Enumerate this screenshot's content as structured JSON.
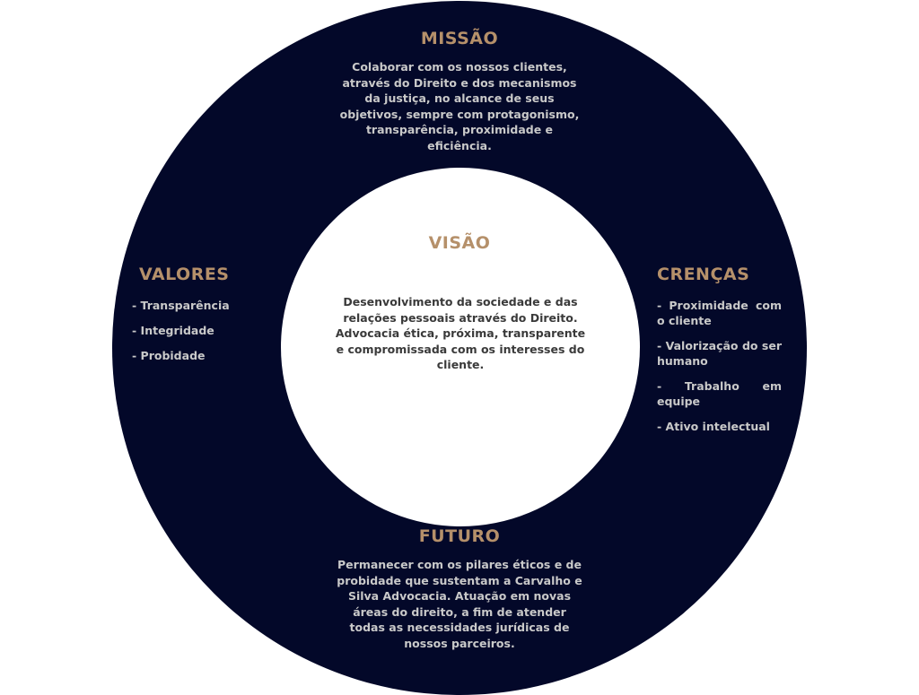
{
  "colors": {
    "navy": "#030829",
    "gold": "#b5906a",
    "text": "#c9c9c9"
  },
  "missao": {
    "title": "MISSÃO",
    "text": "Colaborar com os nossos clientes, através do Direito e dos mecanismos da justiça, no alcance de seus objetivos, sempre com protagonismo, transparência, proximidade e eficiência."
  },
  "visao": {
    "title": "VISÃO",
    "text": "Desenvolvimento da sociedade e das relações pessoais através do Direito. Advocacia ética, próxima, transparente e compromissada com os interesses do cliente."
  },
  "valores": {
    "title": "VALORES",
    "items": [
      "- Transparência",
      "- Integridade",
      "- Probidade"
    ]
  },
  "crencas": {
    "title": "CRENÇAS",
    "items": [
      "- Proximidade com o cliente",
      "- Valorização do ser humano",
      "- Trabalho em equipe",
      "- Ativo intelectual"
    ]
  },
  "futuro": {
    "title": "FUTURO",
    "text": "Permanecer com os pilares éticos e de probidade que sustentam a Carvalho e Silva Advocacia. Atuação em novas áreas do direito, a fim de atender todas as necessidades jurídicas de nossos parceiros."
  }
}
